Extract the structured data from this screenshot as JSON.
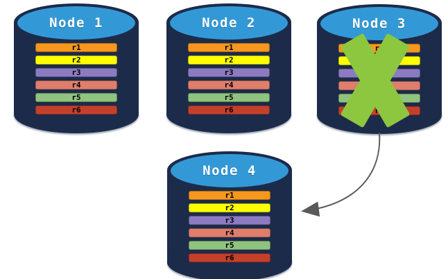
{
  "diagram": {
    "description": "Four database nodes each holding replicas r1-r6; Node 3 is failed (green X) and its data fails over to Node 4 (arrow).",
    "nodes": [
      {
        "label": "Node 1",
        "failed": false,
        "rows": [
          {
            "label": "r1",
            "color": "#F7971D"
          },
          {
            "label": "r2",
            "color": "#FFFF00"
          },
          {
            "label": "r3",
            "color": "#8C7BC1"
          },
          {
            "label": "r4",
            "color": "#DF7E6C"
          },
          {
            "label": "r5",
            "color": "#90C37D"
          },
          {
            "label": "r6",
            "color": "#C4402B"
          }
        ]
      },
      {
        "label": "Node 2",
        "failed": false,
        "rows": [
          {
            "label": "r1",
            "color": "#F7971D"
          },
          {
            "label": "r2",
            "color": "#FFFF00"
          },
          {
            "label": "r3",
            "color": "#8C7BC1"
          },
          {
            "label": "r4",
            "color": "#DF7E6C"
          },
          {
            "label": "r5",
            "color": "#90C37D"
          },
          {
            "label": "r6",
            "color": "#C4402B"
          }
        ]
      },
      {
        "label": "Node 3",
        "failed": true,
        "rows": [
          {
            "label": "r1",
            "color": "#F7971D"
          },
          {
            "label": "r2",
            "color": "#FFFF00"
          },
          {
            "label": "r3",
            "color": "#8C7BC1"
          },
          {
            "label": "r4",
            "color": "#DF7E6C"
          },
          {
            "label": "r5",
            "color": "#90C37D"
          },
          {
            "label": "r6",
            "color": "#C4402B"
          }
        ]
      },
      {
        "label": "Node 4",
        "failed": false,
        "rows": [
          {
            "label": "r1",
            "color": "#F7971D"
          },
          {
            "label": "r2",
            "color": "#FFFF00"
          },
          {
            "label": "r3",
            "color": "#8C7BC1"
          },
          {
            "label": "r4",
            "color": "#DF7E6C"
          },
          {
            "label": "r5",
            "color": "#90C37D"
          },
          {
            "label": "r6",
            "color": "#C4402B"
          }
        ]
      }
    ],
    "arrow": {
      "from": "Node 3",
      "to": "Node 4"
    },
    "colors": {
      "cylinder_body": "#1C2B4A",
      "cylinder_top": "#3399D6",
      "node_label_text": "#FFFFFF",
      "row_text": "#000000",
      "failure_x": "#8DC63F",
      "arrow": "#595959"
    }
  }
}
